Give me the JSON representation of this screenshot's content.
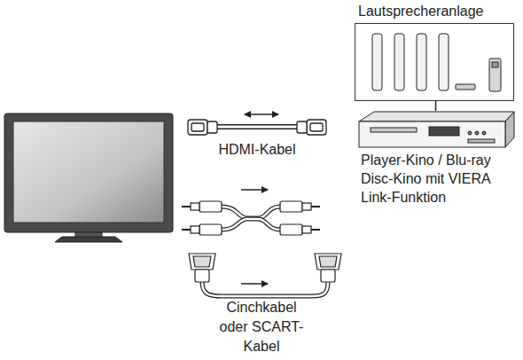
{
  "diagram": {
    "nodes": [
      {
        "text": [
          "Lautsprecheranlage"
        ]
      },
      {
        "text": [
          "Player-Kino / Blu-ray Disc-Kino mit VIERA Link-Funktion"
        ]
      }
    ],
    "edges": [
      {
        "from": 0,
        "to": 1,
        "arrow": "none"
      }
    ],
    "labels": [
      "HDMI-Kabel",
      "Cinchkabel oder SCART-Kabel"
    ]
  }
}
